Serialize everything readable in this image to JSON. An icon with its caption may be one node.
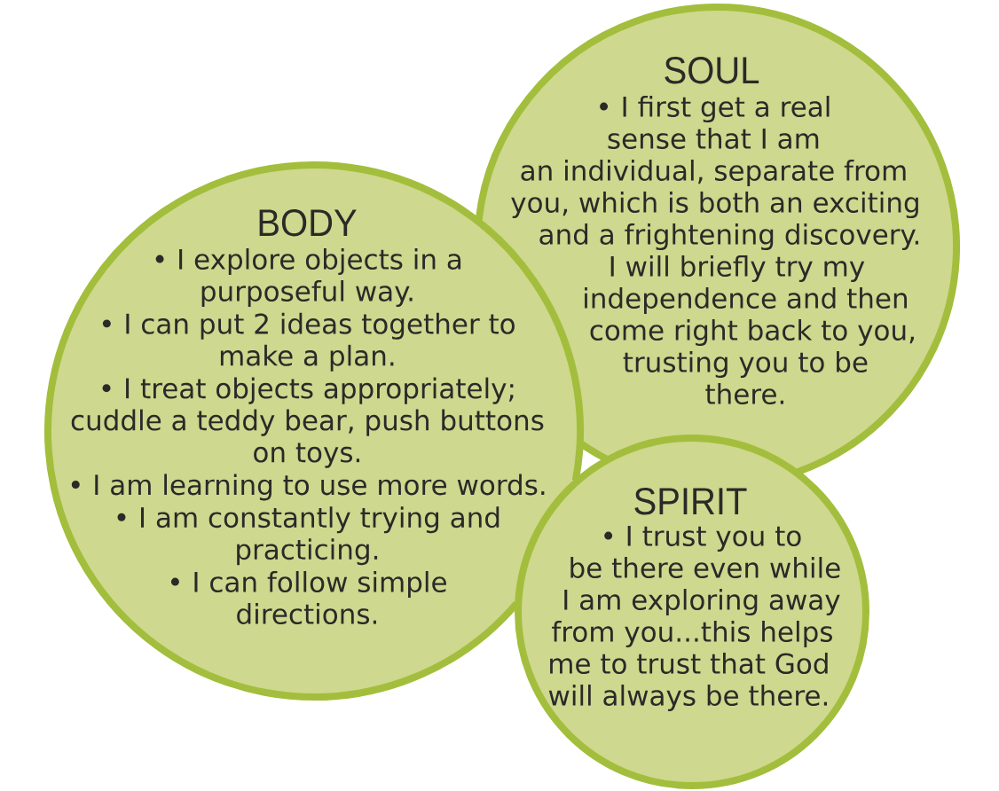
{
  "diagram": {
    "nodes": [
      {
        "text": [
          "BODY",
          "• I explore objects in a purposeful way.",
          "• I can put 2 ideas together to make a plan.",
          "• I treat objects appropriately; cuddle a teddy bear, push buttons on toys.",
          "• I am learning to use more words.",
          "• I am constantly trying and practicing.",
          "• I can follow simple directions."
        ]
      },
      {
        "text": [
          "SOUL",
          "• I first get a real sense that I am an individual, separate from you, which is both an exciting and a frightening discovery. I will briefly try my independence and then come right back to you, trusting you to be there."
        ]
      },
      {
        "text": [
          "SPIRIT",
          "• I trust you to be there even while I am exploring away from you...this helps me to trust that God will always be there."
        ]
      }
    ]
  }
}
